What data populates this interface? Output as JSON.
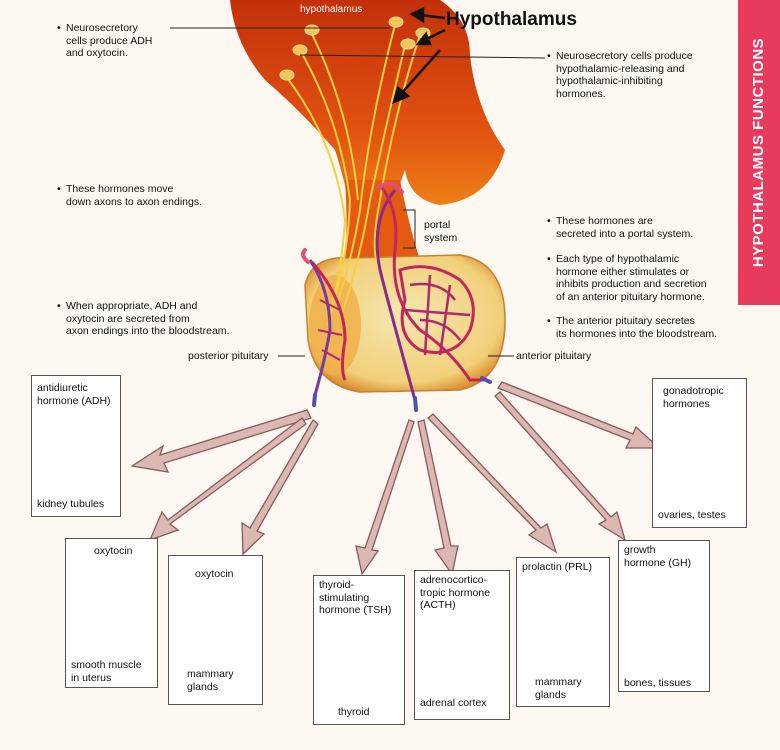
{
  "title_label": "Hypothalamus",
  "top_label": "hypothalamus",
  "sidebar_title": "HYPOTHALAMUS FUNCTIONS",
  "notes": {
    "left_1": "Neurosecretory\ncells produce ADH\nand oxytocin.",
    "left_2": "These hormones move\ndown axons to axon endings.",
    "left_3": "When appropriate, ADH and\noxytocin are secreted from\naxon endings into the bloodstream.",
    "right_1": "Neurosecretory cells produce\nhypothalamic-releasing and\nhypothalamic-inhibiting\nhormones.",
    "right_2": "These hormones are\nsecreted into a portal system.",
    "right_3": "Each type of hypothalamic\nhormone either stimulates or\ninhibits production and secretion\nof an anterior pituitary hormone.",
    "right_4": "The anterior pituitary secretes\nits hormones into the bloodstream.",
    "portal_system": "portal\nsystem",
    "posterior": "posterior pituitary",
    "anterior": "anterior pituitary"
  },
  "targets": [
    {
      "hormone": "antidiuretic\nhormone (ADH)",
      "target": "kidney tubules",
      "icon": "kidney-icon"
    },
    {
      "hormone": "oxytocin",
      "target": "smooth muscle\nin uterus",
      "icon": "uterus-icon"
    },
    {
      "hormone": "oxytocin",
      "target": "mammary\nglands",
      "icon": "mammary-gland-icon"
    },
    {
      "hormone": "thyroid-\nstimulating\nhormone (TSH)",
      "target": "thyroid",
      "icon": "thyroid-icon"
    },
    {
      "hormone": "adrenocortico-\ntropic hormone\n(ACTH)",
      "target": "adrenal cortex",
      "icon": "adrenal-icon"
    },
    {
      "hormone": "prolactin (PRL)",
      "target": "mammary\nglands",
      "icon": "mammary-gland-icon"
    },
    {
      "hormone": "growth\nhormone (GH)",
      "target": "bones, tissues",
      "icon": "bone-muscle-icon"
    },
    {
      "hormone": "gonadotropic\nhormones",
      "target": "ovaries, testes",
      "icon": "gonads-icon"
    }
  ],
  "colors": {
    "accent": "#e83a5a",
    "tissue": "#d9410f",
    "arrow": "#d9b7b3"
  }
}
